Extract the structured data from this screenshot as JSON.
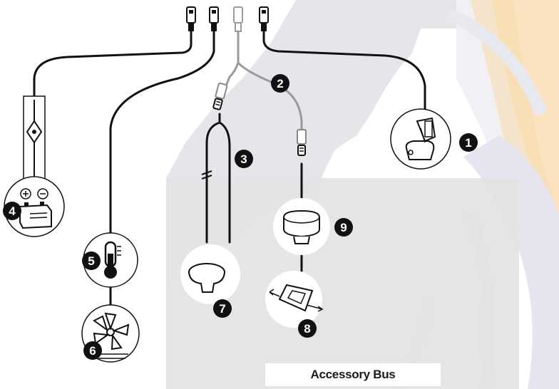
{
  "colors": {
    "bus_background": "#e2e3e4",
    "cable_black": "#111111",
    "cable_gray": "#9a9a9a",
    "watermark_gray": "#e0e2e6",
    "watermark_orange": "#fbe4c2",
    "watermark_lavender": "#e3e1ee"
  },
  "accessory_bus": {
    "label": "Accessory Bus"
  },
  "callouts": [
    {
      "id": "badge-1",
      "number": "1",
      "component": "transducer"
    },
    {
      "id": "badge-2",
      "number": "2",
      "component": "y-splitter-cable"
    },
    {
      "id": "badge-3",
      "number": "3",
      "component": "accessory-bus-cable"
    },
    {
      "id": "badge-4",
      "number": "4",
      "component": "battery"
    },
    {
      "id": "badge-5",
      "number": "5",
      "component": "temperature-sensor"
    },
    {
      "id": "badge-6",
      "number": "6",
      "component": "speed-paddlewheel"
    },
    {
      "id": "badge-7",
      "number": "7",
      "component": "accessory-knob"
    },
    {
      "id": "badge-8",
      "number": "8",
      "component": "accessory-sensor"
    },
    {
      "id": "badge-9",
      "number": "9",
      "component": "accessory-puck"
    }
  ],
  "icons": [
    "connector-plug-icon",
    "battery-icon",
    "thermometer-icon",
    "paddlewheel-icon",
    "transducer-icon",
    "fuse-icon",
    "knob-icon",
    "puck-icon",
    "flow-sensor-icon"
  ]
}
